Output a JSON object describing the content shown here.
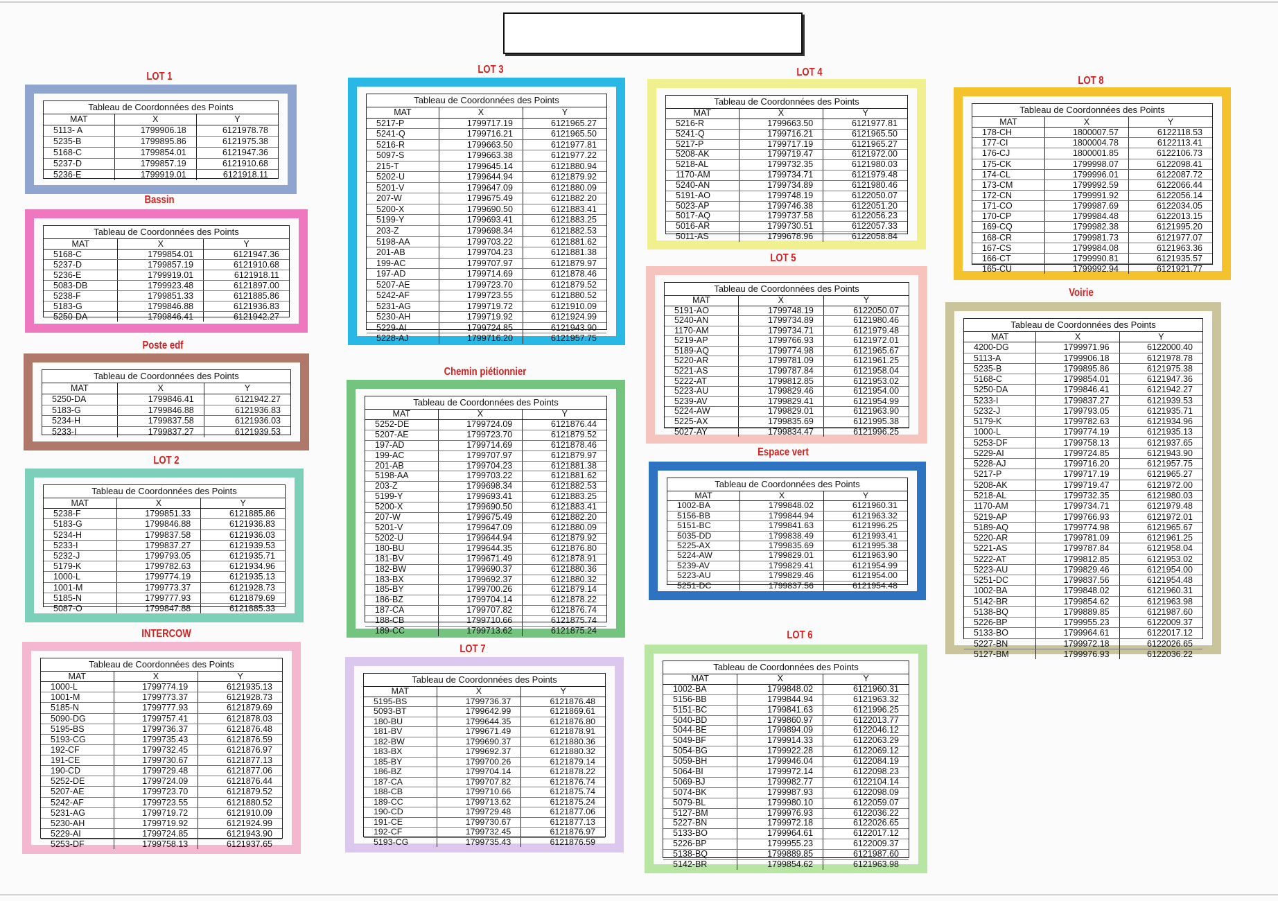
{
  "document": {
    "table_header": "Tableau de Coordonnées des Points",
    "col_labels": [
      "MAT",
      "X",
      "Y"
    ]
  },
  "panels": {
    "lot1": {
      "title": "LOT 1",
      "color": "#8fa5cf",
      "rows": [
        [
          "5113- A",
          "1799906.18",
          "6121978.78"
        ],
        [
          "5235-B",
          "1799895.86",
          "6121975.38"
        ],
        [
          "5168-C",
          "1799854.01",
          "6121947.36"
        ],
        [
          "5237-D",
          "1799857.19",
          "6121910.68"
        ],
        [
          "5236-E",
          "1799919.01",
          "6121918.11"
        ]
      ]
    },
    "bassin": {
      "title": "Bassin",
      "color": "#ee77c0",
      "rows": [
        [
          "5168-C",
          "1799854.01",
          "6121947.36"
        ],
        [
          "5237-D",
          "1799857.19",
          "6121910.68"
        ],
        [
          "5236-E",
          "1799919.01",
          "6121918.11"
        ],
        [
          "5083-DB",
          "1799923.48",
          "6121897.00"
        ],
        [
          "5238-F",
          "1799851.33",
          "6121885.86"
        ],
        [
          "5183-G",
          "1799846.88",
          "6121936.83"
        ],
        [
          "5250-DA",
          "1799846.41",
          "6121942.27"
        ]
      ]
    },
    "poste_edf": {
      "title": "Poste edf",
      "color": "#b07868",
      "rows": [
        [
          "5250-DA",
          "1799846.41",
          "6121942.27"
        ],
        [
          "5183-G",
          "1799846.88",
          "6121936.83"
        ],
        [
          "5234-H",
          "1799837.58",
          "6121936.03"
        ],
        [
          "5233-I",
          "1799837.27",
          "6121939.53"
        ]
      ]
    },
    "lot2": {
      "title": "LOT 2",
      "color": "#7ccfb8",
      "rows": [
        [
          "5238-F",
          "1799851.33",
          "6121885.86"
        ],
        [
          "5183-G",
          "1799846.88",
          "6121936.83"
        ],
        [
          "5234-H",
          "1799837.58",
          "6121936.03"
        ],
        [
          "5233-I",
          "1799837.27",
          "6121939.53"
        ],
        [
          "5232-J",
          "1799793.05",
          "6121935.71"
        ],
        [
          "5179-K",
          "1799782.63",
          "6121934.96"
        ],
        [
          "1000-L",
          "1799774.19",
          "6121935.13"
        ],
        [
          "1001-M",
          "1799773.37",
          "6121928.73"
        ],
        [
          "5185-N",
          "1799777.93",
          "6121879.69"
        ],
        [
          "5087-O",
          "1799847.88",
          "6121885.33"
        ]
      ]
    },
    "intercow": {
      "title": "INTERCOW",
      "color": "#f3b7cf",
      "rows": [
        [
          "1000-L",
          "1799774.19",
          "6121935.13"
        ],
        [
          "1001-M",
          "1799773.37",
          "6121928.73"
        ],
        [
          "5185-N",
          "1799777.93",
          "6121879.69"
        ],
        [
          "5090-DG",
          "1799757.41",
          "6121878.03"
        ],
        [
          "5195-BS",
          "1799736.37",
          "6121876.48"
        ],
        [
          "5193-CG",
          "1799735.43",
          "6121876.59"
        ],
        [
          "192-CF",
          "1799732.45",
          "6121876.97"
        ],
        [
          "191-CE",
          "1799730.67",
          "6121877.13"
        ],
        [
          "190-CD",
          "1799729.48",
          "6121877.06"
        ],
        [
          "5252-DE",
          "1799724.09",
          "6121876.44"
        ],
        [
          "5207-AE",
          "1799723.70",
          "6121879.52"
        ],
        [
          "5242-AF",
          "1799723.55",
          "6121880.52"
        ],
        [
          "5231-AG",
          "1799719.72",
          "6121910.09"
        ],
        [
          "5230-AH",
          "1799719.92",
          "6121924.99"
        ],
        [
          "5229-AI",
          "1799724.85",
          "6121943.90"
        ],
        [
          "5253-DF",
          "1799758.13",
          "6121937.65"
        ]
      ]
    },
    "lot3": {
      "title": "LOT 3",
      "color": "#29b8e6",
      "rows": [
        [
          "5217-P",
          "1799717.19",
          "6121965.27"
        ],
        [
          "5241-Q",
          "1799716.21",
          "6121965.50"
        ],
        [
          "5216-R",
          "1799663.50",
          "6121977.81"
        ],
        [
          "5097-S",
          "1799663.38",
          "6121977.22"
        ],
        [
          "215-T",
          "1799645.14",
          "6121880.94"
        ],
        [
          "5202-U",
          "1799644.94",
          "6121879.92"
        ],
        [
          "5201-V",
          "1799647.09",
          "6121880.09"
        ],
        [
          "207-W",
          "1799675.49",
          "6121882.20"
        ],
        [
          "5200-X",
          "1799690.50",
          "6121883.41"
        ],
        [
          "5199-Y",
          "1799693.41",
          "6121883.25"
        ],
        [
          "203-Z",
          "1799698.34",
          "6121882.53"
        ],
        [
          "5198-AA",
          "1799703.22",
          "6121881.62"
        ],
        [
          "201-AB",
          "1799704.23",
          "6121881.38"
        ],
        [
          "199-AC",
          "1799707.97",
          "6121879.97"
        ],
        [
          "197-AD",
          "1799714.69",
          "6121878.46"
        ],
        [
          "5207-AE",
          "1799723.70",
          "6121879.52"
        ],
        [
          "5242-AF",
          "1799723.55",
          "6121880.52"
        ],
        [
          "5231-AG",
          "1799719.72",
          "6121910.09"
        ],
        [
          "5230-AH",
          "1799719.92",
          "6121924.99"
        ],
        [
          "5229-AI",
          "1799724.85",
          "6121943.90"
        ],
        [
          "5228-AJ",
          "1799716.20",
          "6121957.75"
        ]
      ]
    },
    "chemin": {
      "title": "Chemin piétionnier",
      "color": "#72c47e",
      "rows": [
        [
          "5252-DE",
          "1799724.09",
          "6121876.44"
        ],
        [
          "5207-AE",
          "1799723.70",
          "6121879.52"
        ],
        [
          "197-AD",
          "1799714.69",
          "6121878.46"
        ],
        [
          "199-AC",
          "1799707.97",
          "6121879.97"
        ],
        [
          "201-AB",
          "1799704.23",
          "6121881.38"
        ],
        [
          "5198-AA",
          "1799703.22",
          "6121881.62"
        ],
        [
          "203-Z",
          "1799698.34",
          "6121882.53"
        ],
        [
          "5199-Y",
          "1799693.41",
          "6121883.25"
        ],
        [
          "5200-X",
          "1799690.50",
          "6121883.41"
        ],
        [
          "207-W",
          "1799675.49",
          "6121882.20"
        ],
        [
          "5201-V",
          "1799647.09",
          "6121880.09"
        ],
        [
          "5202-U",
          "1799644.94",
          "6121879.92"
        ],
        [
          "180-BU",
          "1799644.35",
          "6121876.80"
        ],
        [
          "181-BV",
          "1799671.49",
          "6121878.91"
        ],
        [
          "182-BW",
          "1799690.37",
          "6121880.36"
        ],
        [
          "183-BX",
          "1799692.37",
          "6121880.32"
        ],
        [
          "185-BY",
          "1799700.26",
          "6121879.14"
        ],
        [
          "186-BZ",
          "1799704.14",
          "6121878.22"
        ],
        [
          "187-CA",
          "1799707.82",
          "6121876.74"
        ],
        [
          "188-CB",
          "1799710.66",
          "6121875.74"
        ],
        [
          "189-CC",
          "1799713.62",
          "6121875.24"
        ]
      ]
    },
    "lot7": {
      "title": "LOT 7",
      "color": "#dcc7ef",
      "rows": [
        [
          "5195-BS",
          "1799736.37",
          "6121876.48"
        ],
        [
          "5093-BT",
          "1799642.99",
          "6121869.61"
        ],
        [
          "180-BU",
          "1799644.35",
          "6121876.80"
        ],
        [
          "181-BV",
          "1799671.49",
          "6121878.91"
        ],
        [
          "182-BW",
          "1799690.37",
          "6121880.36"
        ],
        [
          "183-BX",
          "1799692.37",
          "6121880.32"
        ],
        [
          "185-BY",
          "1799700.26",
          "6121879.14"
        ],
        [
          "186-BZ",
          "1799704.14",
          "6121878.22"
        ],
        [
          "187-CA",
          "1799707.82",
          "6121876.74"
        ],
        [
          "188-CB",
          "1799710.66",
          "6121875.74"
        ],
        [
          "189-CC",
          "1799713.62",
          "6121875.24"
        ],
        [
          "190-CD",
          "1799729.48",
          "6121877.06"
        ],
        [
          "191-CE",
          "1799730.67",
          "6121877.13"
        ],
        [
          "192-CF",
          "1799732.45",
          "6121876.97"
        ],
        [
          "5193-CG",
          "1799735.43",
          "6121876.59"
        ]
      ]
    },
    "lot4": {
      "title": "LOT 4",
      "color": "#f1f08e",
      "rows": [
        [
          "5216-R",
          "1799663.50",
          "6121977.81"
        ],
        [
          "5241-Q",
          "1799716.21",
          "6121965.50"
        ],
        [
          "5217-P",
          "1799717.19",
          "6121965.27"
        ],
        [
          "5208-AK",
          "1799719.47",
          "6121972.00"
        ],
        [
          "5218-AL",
          "1799732.35",
          "6121980.03"
        ],
        [
          "1170-AM",
          "1799734.71",
          "6121979.48"
        ],
        [
          "5240-AN",
          "1799734.89",
          "6121980.46"
        ],
        [
          "5191-AO",
          "1799748.19",
          "6122050.07"
        ],
        [
          "5023-AP",
          "1799746.38",
          "6122051.20"
        ],
        [
          "5017-AQ",
          "1799737.58",
          "6122056.23"
        ],
        [
          "5016-AR",
          "1799730.51",
          "6122057.33"
        ],
        [
          "5011-AS",
          "1799678.96",
          "6122058.84"
        ]
      ]
    },
    "lot5": {
      "title": "LOT 5",
      "color": "#f6c4bc",
      "rows": [
        [
          "5191-AO",
          "1799748.19",
          "6122050.07"
        ],
        [
          "5240-AN",
          "1799734.89",
          "6121980.46"
        ],
        [
          "1170-AM",
          "1799734.71",
          "6121979.48"
        ],
        [
          "5219-AP",
          "1799766.93",
          "6121972.01"
        ],
        [
          "5189-AQ",
          "1799774.98",
          "6121965.67"
        ],
        [
          "5220-AR",
          "1799781.09",
          "6121961.25"
        ],
        [
          "5221-AS",
          "1799787.84",
          "6121958.04"
        ],
        [
          "5222-AT",
          "1799812.85",
          "6121953.02"
        ],
        [
          "5223-AU",
          "1799829.46",
          "6121954.00"
        ],
        [
          "5239-AV",
          "1799829.41",
          "6121954.99"
        ],
        [
          "5224-AW",
          "1799829.01",
          "6121963.90"
        ],
        [
          "5225-AX",
          "1799835.69",
          "6121995.38"
        ],
        [
          "5027-AY",
          "1799834.47",
          "6121996.25"
        ]
      ]
    },
    "espace_vert": {
      "title": "Espace vert",
      "color": "#2d73c2",
      "rows": [
        [
          "1002-BA",
          "1799848.02",
          "6121960.31"
        ],
        [
          "5156-BB",
          "1799844.94",
          "6121963.32"
        ],
        [
          "5151-BC",
          "1799841.63",
          "6121996.25"
        ],
        [
          "5035-DD",
          "1799838.49",
          "6121993.41"
        ],
        [
          "5225-AX",
          "1799835.69",
          "6121995.38"
        ],
        [
          "5224-AW",
          "1799829.01",
          "6121963.90"
        ],
        [
          "5239-AV",
          "1799829.41",
          "6121954.99"
        ],
        [
          "5223-AU",
          "1799829.46",
          "6121954.00"
        ],
        [
          "5251-DC",
          "1799837.56",
          "6121954.48"
        ]
      ]
    },
    "lot6": {
      "title": "LOT 6",
      "color": "#b7e6a2",
      "rows": [
        [
          "1002-BA",
          "1799848.02",
          "6121960.31"
        ],
        [
          "5156-BB",
          "1799844.94",
          "6121963.32"
        ],
        [
          "5151-BC",
          "1799841.63",
          "6121996.25"
        ],
        [
          "5040-BD",
          "1799860.97",
          "6122013.77"
        ],
        [
          "5044-BE",
          "1799894.09",
          "6122046.12"
        ],
        [
          "5049-BF",
          "1799914.33",
          "6122063.29"
        ],
        [
          "5054-BG",
          "1799922.28",
          "6122069.12"
        ],
        [
          "5059-BH",
          "1799946.04",
          "6122084.19"
        ],
        [
          "5064-BI",
          "1799972.14",
          "6122098.23"
        ],
        [
          "5069-BJ",
          "1799982.77",
          "6122104.14"
        ],
        [
          "5074-BK",
          "1799987.93",
          "6122098.09"
        ],
        [
          "5079-BL",
          "1799980.10",
          "6122059.07"
        ],
        [
          "5127-BM",
          "1799976.93",
          "6122036.22"
        ],
        [
          "5227-BN",
          "1799972.18",
          "6122026.65"
        ],
        [
          "5133-BO",
          "1799964.61",
          "6122017.12"
        ],
        [
          "5226-BP",
          "1799955.23",
          "6122009.37"
        ],
        [
          "5138-BQ",
          "1799889.85",
          "6121987.60"
        ],
        [
          "5142-BR",
          "1799854.62",
          "6121963.98"
        ]
      ]
    },
    "lot8": {
      "title": "LOT 8",
      "color": "#f3c22c",
      "rows": [
        [
          "178-CH",
          "1800007.57",
          "6122118.53"
        ],
        [
          "177-CI",
          "1800004.78",
          "6122113.41"
        ],
        [
          "176-CJ",
          "1800001.85",
          "6122106.73"
        ],
        [
          "175-CK",
          "1799998.07",
          "6122098.41"
        ],
        [
          "174-CL",
          "1799996.01",
          "6122087.72"
        ],
        [
          "173-CM",
          "1799992.59",
          "6122066.44"
        ],
        [
          "172-CN",
          "1799991.92",
          "6122056.14"
        ],
        [
          "171-CO",
          "1799987.69",
          "6122034.05"
        ],
        [
          "170-CP",
          "1799984.48",
          "6122013.15"
        ],
        [
          "169-CQ",
          "1799982.38",
          "6121995.20"
        ],
        [
          "168-CR",
          "1799981.73",
          "6121977.07"
        ],
        [
          "167-CS",
          "1799984.08",
          "6121963.36"
        ],
        [
          "166-CT",
          "1799990.81",
          "6121935.57"
        ],
        [
          "165-CU",
          "1799992.94",
          "6121921.77"
        ]
      ]
    },
    "voirie": {
      "title": "Voirie",
      "color": "#c9c49a",
      "rows": [
        [
          "4200-DG",
          "1799971.96",
          "6122000.40"
        ],
        [
          "5113-A",
          "1799906.18",
          "6121978.78"
        ],
        [
          "5235-B",
          "1799895.86",
          "6121975.38"
        ],
        [
          "5168-C",
          "1799854.01",
          "6121947.36"
        ],
        [
          "5250-DA",
          "1799846.41",
          "6121942.27"
        ],
        [
          "5233-I",
          "1799837.27",
          "6121939.53"
        ],
        [
          "5232-J",
          "1799793.05",
          "6121935.71"
        ],
        [
          "5179-K",
          "1799782.63",
          "6121934.96"
        ],
        [
          "1000-L",
          "1799774.19",
          "6121935.13"
        ],
        [
          "5253-DF",
          "1799758.13",
          "6121937.65"
        ],
        [
          "5229-AI",
          "1799724.85",
          "6121943.90"
        ],
        [
          "5228-AJ",
          "1799716.20",
          "6121957.75"
        ],
        [
          "5217-P",
          "1799717.19",
          "6121965.27"
        ],
        [
          "5208-AK",
          "1799719.47",
          "6121972.00"
        ],
        [
          "5218-AL",
          "1799732.35",
          "6121980.03"
        ],
        [
          "1170-AM",
          "1799734.71",
          "6121979.48"
        ],
        [
          "5219-AP",
          "1799766.93",
          "6121972.01"
        ],
        [
          "5189-AQ",
          "1799774.98",
          "6121965.67"
        ],
        [
          "5220-AR",
          "1799781.09",
          "6121961.25"
        ],
        [
          "5221-AS",
          "1799787.84",
          "6121958.04"
        ],
        [
          "5222-AT",
          "1799812.85",
          "6121953.02"
        ],
        [
          "5223-AU",
          "1799829.46",
          "6121954.00"
        ],
        [
          "5251-DC",
          "1799837.56",
          "6121954.48"
        ],
        [
          "1002-BA",
          "1799848.02",
          "6121960.31"
        ],
        [
          "5142-BR",
          "1799854.62",
          "6121963.98"
        ],
        [
          "5138-BQ",
          "1799889.85",
          "6121987.60"
        ],
        [
          "5226-BP",
          "1799955.23",
          "6122009.37"
        ],
        [
          "5133-BO",
          "1799964.61",
          "6122017.12"
        ],
        [
          "5227-BN",
          "1799972.18",
          "6122026.65"
        ],
        [
          "5127-BM",
          "1799976.93",
          "6122036.22"
        ]
      ]
    }
  }
}
